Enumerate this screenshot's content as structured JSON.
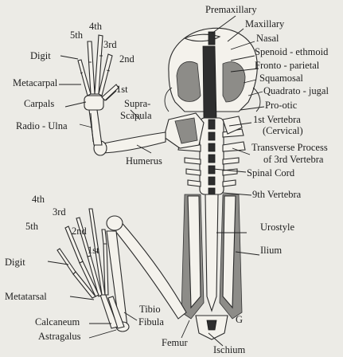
{
  "labels": {
    "premaxillary": "Premaxillary",
    "maxillary": "Maxillary",
    "nasal": "Nasal",
    "sphenoid": "Spenoid - ethmoid",
    "fronto": "Fronto - parietal",
    "squamosal": "Squamosal",
    "quadrato": "Quadrato - jugal",
    "prootic": "Pro-otic",
    "vert1": "1st Vertebra",
    "cervical": "(Cervical)",
    "transverse1": "Transverse Process",
    "transverse2": "of 3rd Vertebra",
    "spinal": "Spinal Cord",
    "vert9": "9th Vertebra",
    "urostyle": "Urostyle",
    "ilium": "Ilium",
    "ischium": "Ischium",
    "femur": "Femur",
    "tibio": "Tibio",
    "fibula": "Fibula",
    "astragalus": "Astragalus",
    "calcaneum": "Calcaneum",
    "metatarsal": "Metatarsal",
    "digit_foot": "Digit",
    "foot_1st": "1st",
    "foot_2nd": "2nd",
    "foot_3rd": "3rd",
    "foot_4th": "4th",
    "foot_5th": "5th",
    "hand_4th": "4th",
    "hand_5th": "5th",
    "hand_3rd": "3rd",
    "hand_2nd": "2nd",
    "hand_1st": "1st",
    "digit_hand": "Digit",
    "metacarpal": "Metacarpal",
    "carpals": "Carpals",
    "radio_ulna": "Radio - Ulna",
    "supra1": "Supra-",
    "supra2": "Scapula",
    "humerus": "Humerus",
    "signature": "G"
  }
}
